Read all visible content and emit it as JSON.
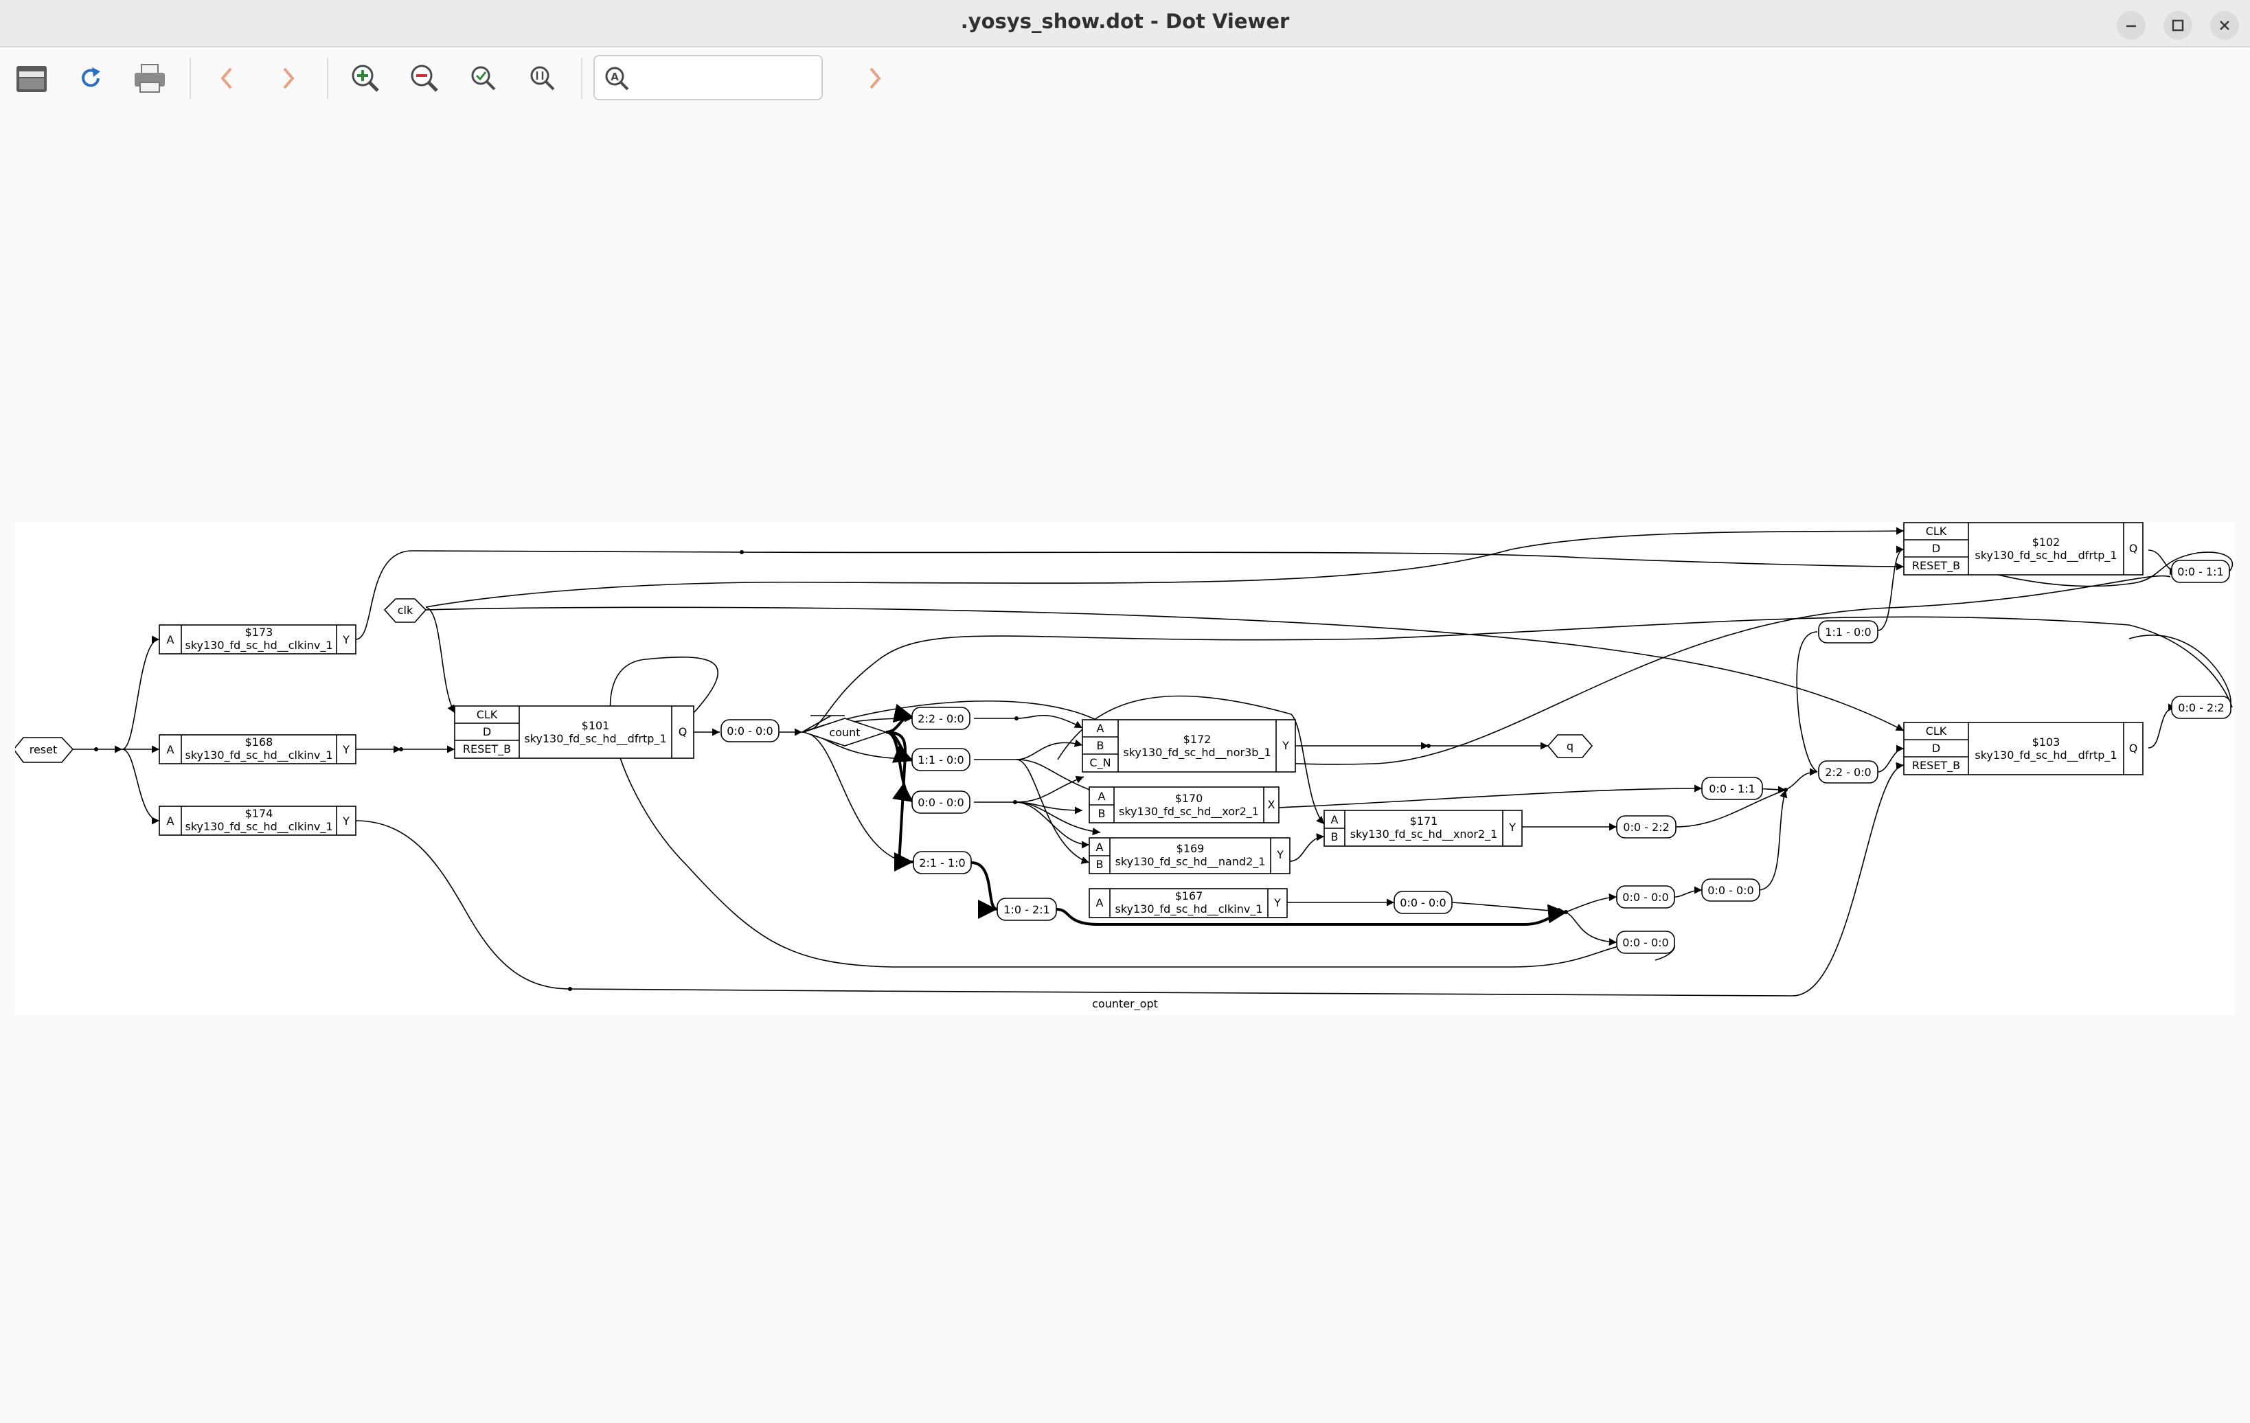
{
  "window": {
    "title": ".yosys_show.dot - Dot Viewer",
    "controls": [
      "minimize",
      "maximize",
      "close"
    ]
  },
  "toolbar": {
    "buttons": [
      "open",
      "reload",
      "print",
      "back",
      "forward",
      "zoom-in",
      "zoom-out",
      "zoom-fit",
      "zoom-100"
    ],
    "search_placeholder": "",
    "find_next_icon": "chevron-right"
  },
  "graph": {
    "label": "counter_opt",
    "ports": {
      "reset": "reset",
      "clk": "clk",
      "count": "count",
      "q": "q"
    },
    "cells": {
      "c173": {
        "id": "$173",
        "type": "sky130_fd_sc_hd__clkinv_1",
        "in": [
          "A"
        ],
        "out": "Y"
      },
      "c168": {
        "id": "$168",
        "type": "sky130_fd_sc_hd__clkinv_1",
        "in": [
          "A"
        ],
        "out": "Y"
      },
      "c174": {
        "id": "$174",
        "type": "sky130_fd_sc_hd__clkinv_1",
        "in": [
          "A"
        ],
        "out": "Y"
      },
      "c101": {
        "id": "$101",
        "type": "sky130_fd_sc_hd__dfrtp_1",
        "in": [
          "CLK",
          "D",
          "RESET_B"
        ],
        "out": "Q"
      },
      "c172": {
        "id": "$172",
        "type": "sky130_fd_sc_hd__nor3b_1",
        "in": [
          "A",
          "B",
          "C_N"
        ],
        "out": "Y"
      },
      "c170": {
        "id": "$170",
        "type": "sky130_fd_sc_hd__xor2_1",
        "in": [
          "A",
          "B"
        ],
        "out": "X"
      },
      "c169": {
        "id": "$169",
        "type": "sky130_fd_sc_hd__nand2_1",
        "in": [
          "A",
          "B"
        ],
        "out": "Y"
      },
      "c171": {
        "id": "$171",
        "type": "sky130_fd_sc_hd__xnor2_1",
        "in": [
          "A",
          "B"
        ],
        "out": "Y"
      },
      "c167": {
        "id": "$167",
        "type": "sky130_fd_sc_hd__clkinv_1",
        "in": [
          "A"
        ],
        "out": "Y"
      },
      "c102": {
        "id": "$102",
        "type": "sky130_fd_sc_hd__dfrtp_1",
        "in": [
          "CLK",
          "D",
          "RESET_B"
        ],
        "out": "Q"
      },
      "c103": {
        "id": "$103",
        "type": "sky130_fd_sc_hd__dfrtp_1",
        "in": [
          "CLK",
          "D",
          "RESET_B"
        ],
        "out": "Q"
      }
    },
    "slices": {
      "s1": "0:0 - 0:0",
      "s2": "2:2 - 0:0",
      "s3": "1:1 - 0:0",
      "s4": "0:0 - 0:0",
      "s5": "2:1 - 1:0",
      "s6": "1:0 - 2:1",
      "s7": "0:0 - 0:0",
      "s8": "0:0 - 2:2",
      "s9": "0:0 - 1:1",
      "s10": "0:0 - 0:0",
      "s11": "0:0 - 0:0",
      "s12": "0:0 - 0:0",
      "s13": "1:1 - 0:0",
      "s14": "2:2 - 0:0",
      "s15": "0:0 - 1:1",
      "s16": "0:0 - 2:2"
    }
  }
}
